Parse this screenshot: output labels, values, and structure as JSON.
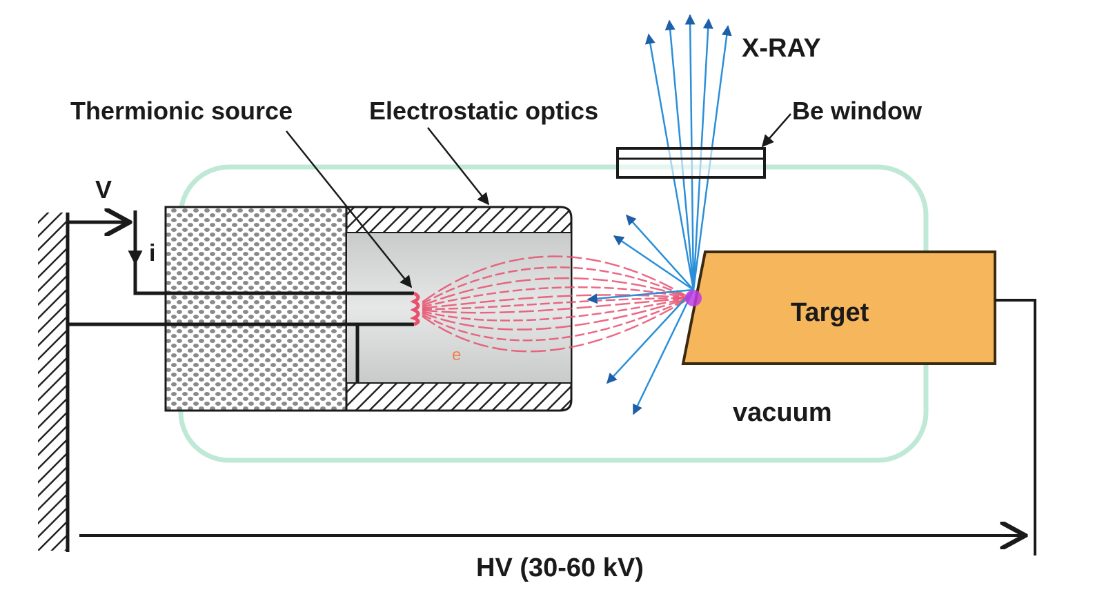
{
  "diagram": {
    "title": "X-ray tube schematic",
    "labels": {
      "thermionic_source": "Thermionic source",
      "electrostatic_optics": "Electrostatic optics",
      "xray": "X-RAY",
      "be_window": "Be window",
      "voltage": "V",
      "current": "i",
      "target": "Target",
      "vacuum": "vacuum",
      "electron": "e",
      "high_voltage": "HV (30-60 kV)"
    },
    "colors": {
      "vacuum_outline": "#bfe9d6",
      "electron_beam": "#e8506e",
      "xray_rays": "#2a8fd8",
      "target_fill": "#f6b65c",
      "focal_spot": "#c03be0",
      "optics_interior": "#d4d6d6",
      "line": "#1a1a1a"
    }
  }
}
